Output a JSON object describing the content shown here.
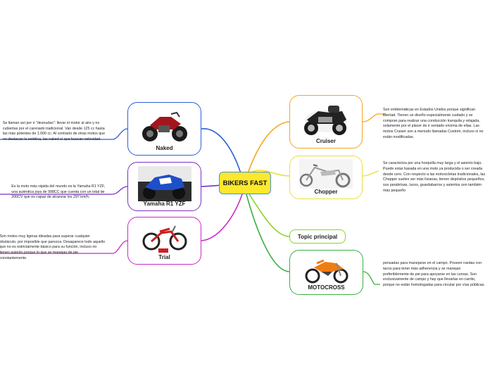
{
  "center": {
    "label": "BIKERS FAST"
  },
  "colors": {
    "cruiser": "#f5a623",
    "chopper": "#e8e03a",
    "topic": "#8ed12a",
    "motocross": "#3cb043",
    "naked": "#2a5fd9",
    "yamaha": "#7a2fc9",
    "trial": "#c82bc2"
  },
  "nodes": {
    "cruiser": {
      "label": "Cruiser",
      "icon": "touring-cruiser-motorcycle-photo"
    },
    "chopper": {
      "label": "Chopper",
      "icon": "chopper-motorcycle-photo"
    },
    "topic": {
      "label": "Topic principal"
    },
    "motocross": {
      "label": "MOTOCROSS",
      "icon": "motocross-bike-photo"
    },
    "naked": {
      "label": "Naked",
      "icon": "naked-sport-motorcycle-photo"
    },
    "yamaha": {
      "label": "Yamaha R1 YZF",
      "icon": "yamaha-r1-superbike-photo"
    },
    "trial": {
      "label": "Trial",
      "icon": "trial-bike-photo"
    }
  },
  "notes": {
    "cruiser": "Son emblemáticas en Estados Unidos porque significan\nlibertad. Tienen un diseño especialmente cuidado y se\ncompran para realizar una conducción tranquila y relajada,\nsolamente por el placer de ir sentado encima de ellas. Las\nmotos Cruiser son a menudo llamadas Custom, incluso si no\nestán modificadas.",
    "chopper": "Se caracteriza por una horquilla muy larga y el asiento bajo.\nPuede estar basada en una moto ya producida o ser creada\ndesde cero. Con respecto a las motocicletas tradicionales, las\nChopper suelen ser más livianas, tienen depósitos pequeños,\nsus parabrisas, luces, guardabarros y asientos son también\nmás pequeño",
    "motocross": "pensadas para manejarse en el campo. Poseen ruedas con\ntacos para tener más adherencia y se manejan\npreferiblemente de pie para apoyarse en las curvas. Son\nexclusivamente de campo y hay que llevarlas en carrito,\nporque no están homologadas para circular por vías públicas.",
    "naked": "Se llaman así por ir \"desnudas\": llevar el motor al aire y no\ncubiertas por el carenado tradicional. Van desde 125 cc hasta\nlas más potentes de 1.000 cc. Al contrario de otras motos que\nno destacan la estética, las naked sí que buscan velocidad.",
    "yamaha": "Es la moto más rápida del mundo es la Yamaha R1 YZF,\nuna auténtica joya de 998CC que cuenta con un total de\n200CV que es capaz de alcanzar los 297 km/h.",
    "trial": "Son motos muy ligeras ideadas para superar cualquier\nobstáculo, por imposible que parezca. Desaparece todo aquello\nque no es estrictamente básico para su función, incluso no\ntienen asiento porque lo que se manejan de pie\nconstantemente."
  }
}
